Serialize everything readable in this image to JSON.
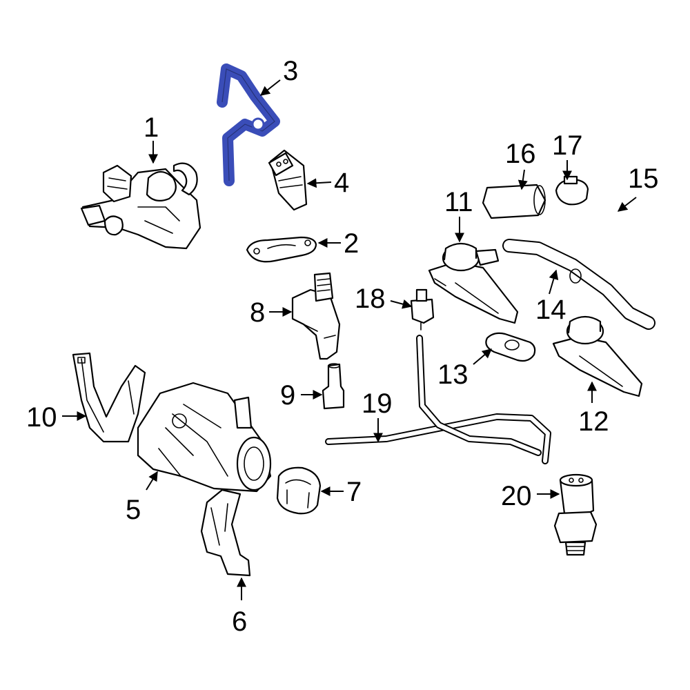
{
  "diagram": {
    "highlight_color": "#3a4db8",
    "highlighted_part": "3",
    "callouts": {
      "c1": "1",
      "c2": "2",
      "c3": "3",
      "c4": "4",
      "c5": "5",
      "c6": "6",
      "c7": "7",
      "c8": "8",
      "c9": "9",
      "c10": "10",
      "c11": "11",
      "c12": "12",
      "c13": "13",
      "c14": "14",
      "c15": "15",
      "c16": "16",
      "c17": "17",
      "c18": "18",
      "c19": "19",
      "c20": "20"
    }
  }
}
